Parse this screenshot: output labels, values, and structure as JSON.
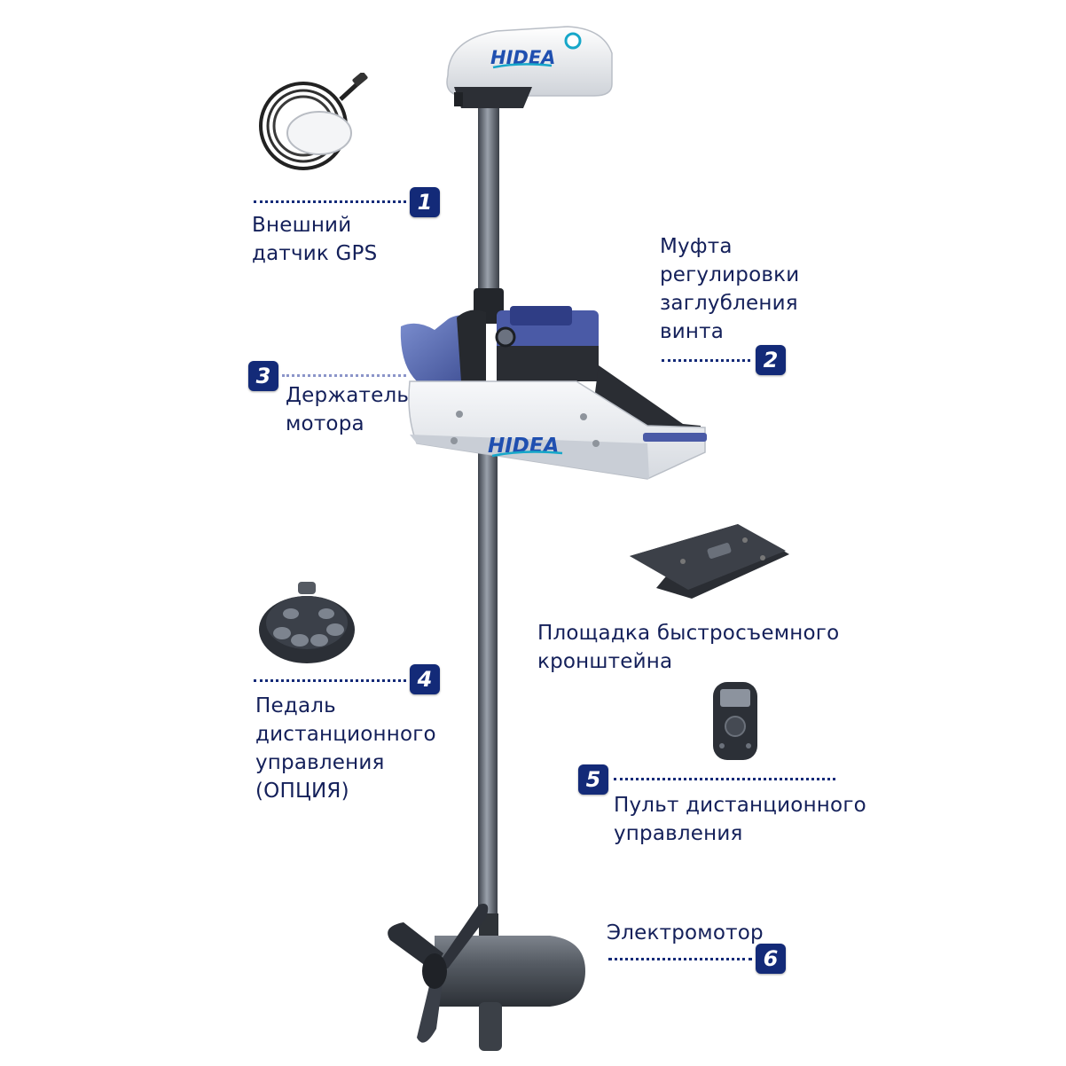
{
  "brand": {
    "logo_text": "HIDEA",
    "colors": {
      "navy": "#132a78",
      "label_text": "#14205a",
      "brand_blue": "#1f4fb0",
      "accent_teal": "#17a7c9",
      "housing_white": "#f2f3f5",
      "mount_blue": "#5a6fb4",
      "dark_body": "#3a3f47"
    }
  },
  "callouts": [
    {
      "number": "1",
      "lines": [
        "Внешний",
        "датчик GPS"
      ]
    },
    {
      "number": "2",
      "lines": [
        "Муфта",
        "регулировки",
        "заглубления",
        "винта"
      ]
    },
    {
      "number": "3",
      "lines": [
        "Держатель",
        "мотора"
      ]
    },
    {
      "number": "4",
      "lines": [
        "Педаль",
        "дистанционного",
        "управления",
        "(ОПЦИЯ)"
      ]
    },
    {
      "number": "5",
      "lines": [
        "Пульт дистанционного",
        "управления"
      ]
    },
    {
      "number": "6",
      "lines": [
        "Электромотор"
      ]
    }
  ],
  "bracket_plate": {
    "lines": [
      "Площадка быстросъемного",
      "кронштейна"
    ]
  },
  "icons": [
    "gps-sensor-icon",
    "foot-pedal-icon",
    "quick-release-plate-icon",
    "remote-control-icon",
    "trolling-motor-icon",
    "motor-head-icon",
    "propeller-icon"
  ]
}
